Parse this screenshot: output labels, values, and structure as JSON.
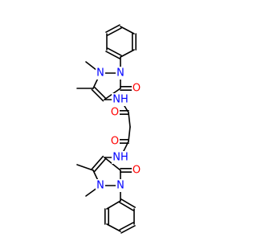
{
  "molecule": {
    "atom_colors": {
      "N": "#0000FF",
      "O": "#FF0000",
      "C": "#000000"
    },
    "bond_color": "#000000",
    "background": "#FFFFFF",
    "labels": [
      {
        "id": "n-upper-1",
        "text": "N",
        "element": "N"
      },
      {
        "id": "n-upper-2",
        "text": "N",
        "element": "N"
      },
      {
        "id": "o-upper-ring",
        "text": "O",
        "element": "O"
      },
      {
        "id": "nh-upper",
        "text": "NH",
        "element": "N"
      },
      {
        "id": "o-amide-upper",
        "text": "O",
        "element": "O"
      },
      {
        "id": "o-amide-lower",
        "text": "O",
        "element": "O"
      },
      {
        "id": "nh-lower",
        "text": "NH",
        "element": "N"
      },
      {
        "id": "o-lower-ring",
        "text": "O",
        "element": "O"
      },
      {
        "id": "n-lower-1",
        "text": "N",
        "element": "N"
      },
      {
        "id": "n-lower-2",
        "text": "N",
        "element": "N"
      }
    ]
  }
}
